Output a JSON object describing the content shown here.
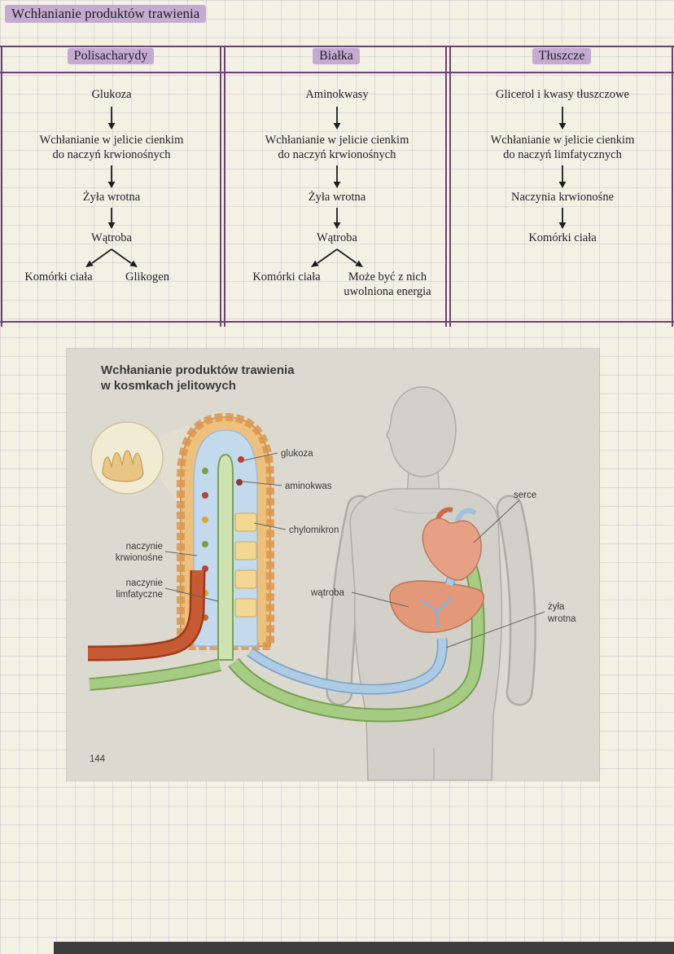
{
  "page": {
    "title": "Wchłanianie produktów trawienia",
    "accent_color": "#6f4073",
    "highlight_color": "#c5abd1"
  },
  "flowchart": {
    "columns": [
      {
        "header": "Polisacharydy",
        "step1": "Glukoza",
        "step2_line1": "Wchłanianie w jelicie cienkim",
        "step2_line2": "do naczyń krwionośnych",
        "step3": "Żyła wrotna",
        "step4": "Wątroba",
        "branch_left": "Komórki ciała",
        "branch_right": "Glikogen"
      },
      {
        "header": "Białka",
        "step1": "Aminokwasy",
        "step2_line1": "Wchłanianie w jelicie cienkim",
        "step2_line2": "do naczyń krwionośnych",
        "step3": "Żyła wrotna",
        "step4": "Wątroba",
        "branch_left": "Komórki ciała",
        "branch_right_line1": "Może być z nich",
        "branch_right_line2": "uwolniona energia"
      },
      {
        "header": "Tłuszcze",
        "step1": "Glicerol i kwasy tłuszczowe",
        "step2_line1": "Wchłanianie w jelicie cienkim",
        "step2_line2": "do naczyń limfatycznych",
        "step3": "Naczynia krwionośne",
        "step4": "Komórki ciała"
      }
    ]
  },
  "figure": {
    "title_line1": "Wchłanianie produktów trawienia",
    "title_line2": "w kosmkach jelitowych",
    "labels": {
      "glukoza": "glukoza",
      "aminokwas": "aminokwas",
      "chylomikron": "chylomikron",
      "naczynie_krwionosne_line1": "naczynie",
      "naczynie_krwionosne_line2": "krwionośne",
      "naczynie_limfatyczne_line1": "naczynie",
      "naczynie_limfatyczne_line2": "limfatyczne",
      "watroba": "wątroba",
      "serce": "serce",
      "zyla_wrotna_line1": "żyła",
      "zyla_wrotna_line2": "wrotna"
    },
    "page_number": "144"
  }
}
